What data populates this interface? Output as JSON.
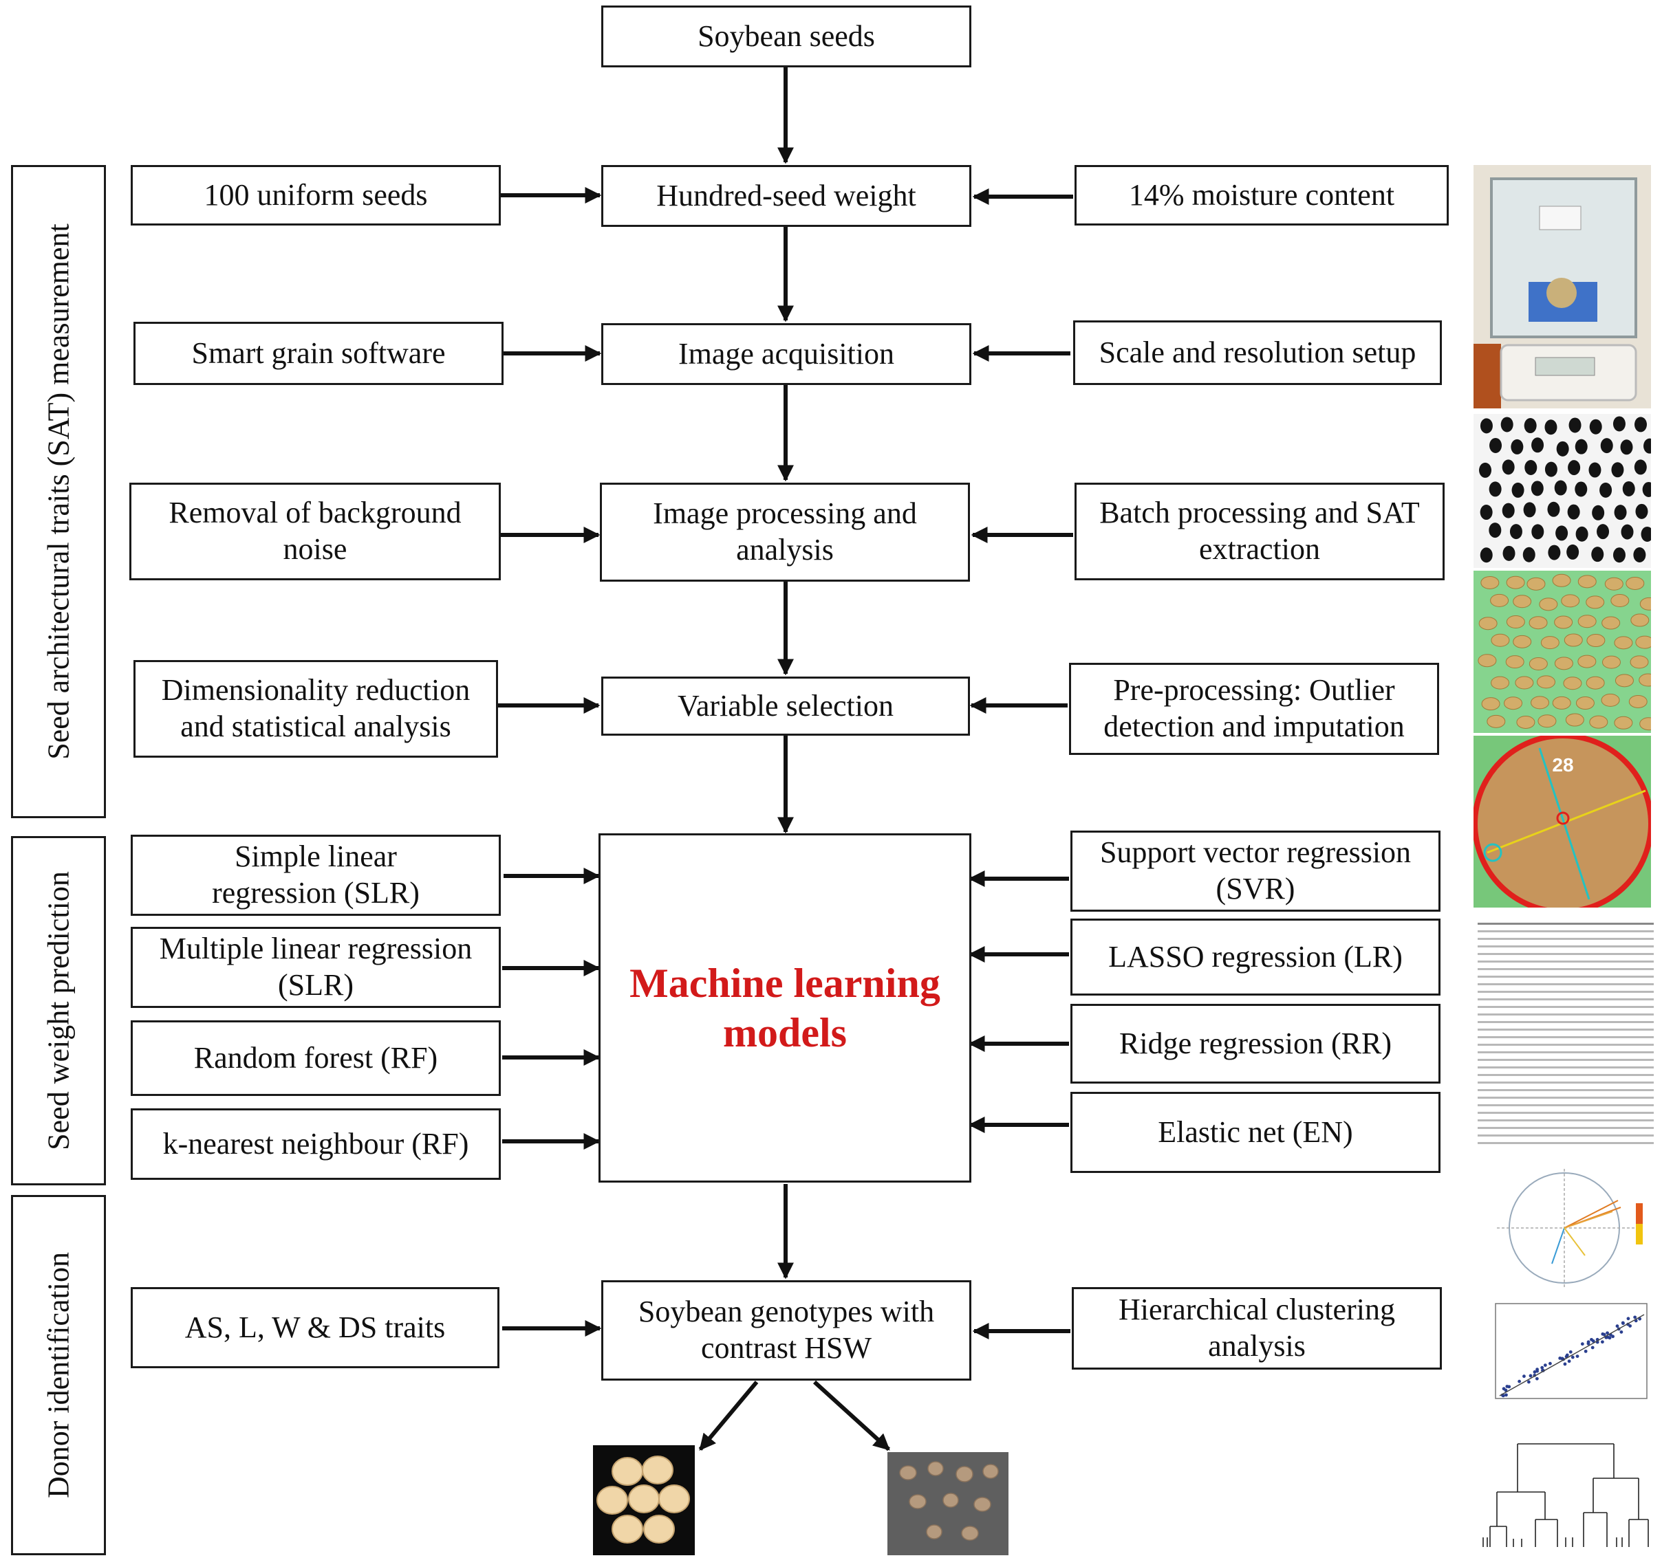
{
  "side_labels": {
    "sat": "Seed architectural traits (SAT) measurement",
    "prediction": "Seed weight prediction",
    "donor": "Donor identification"
  },
  "center": {
    "soybean_seeds": "Soybean seeds",
    "hsw": "Hundred-seed weight",
    "image_acquisition": "Image acquisition",
    "image_processing": "Image processing and analysis",
    "variable_selection": "Variable selection",
    "ml_models": "Machine learning models",
    "genotypes": "Soybean genotypes with contrast HSW"
  },
  "left": {
    "uniform_seeds": "100 uniform seeds",
    "smart_grain": "Smart grain software",
    "background_noise": "Removal of background noise",
    "dimensionality": "Dimensionality reduction and statistical analysis",
    "slr": "Simple linear regression (SLR)",
    "mlr": "Multiple linear regression (SLR)",
    "rf": "Random forest (RF)",
    "knn": "k-nearest neighbour (RF)",
    "traits": "AS, L, W & DS traits"
  },
  "right": {
    "moisture": "14% moisture content",
    "scale_setup": "Scale and resolution setup",
    "batch_processing": "Batch processing and SAT extraction",
    "preprocessing": "Pre-processing: Outlier detection and imputation",
    "svr": "Support vector regression (SVR)",
    "lasso": "LASSO regression (LR)",
    "ridge": "Ridge regression (RR)",
    "elastic": "Elastic net (EN)",
    "hca": "Hierarchical clustering analysis"
  },
  "thumbnails": {
    "seed_label": "28"
  },
  "colors": {
    "ml_title": "#d21a1a",
    "border": "#1a1a1a"
  }
}
